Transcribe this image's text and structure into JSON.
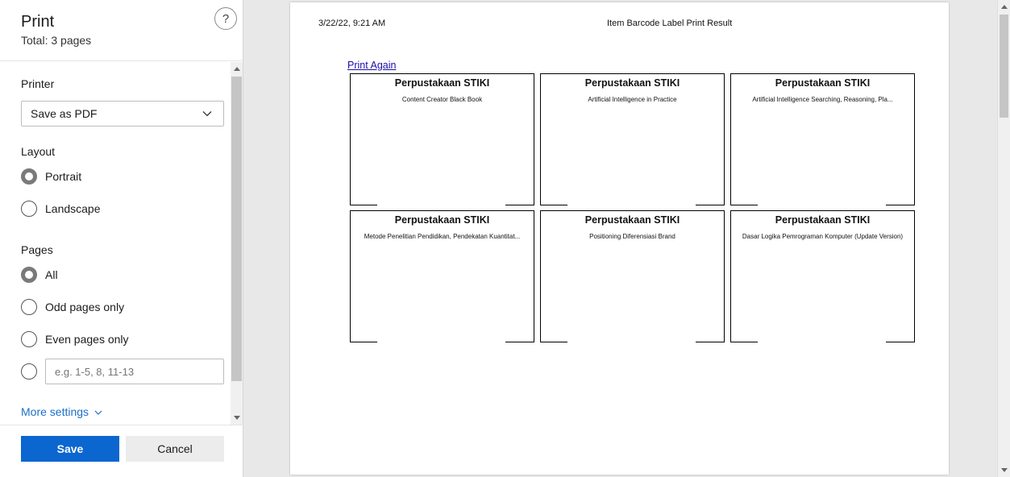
{
  "dialog": {
    "title": "Print",
    "total": "Total: 3 pages",
    "help_symbol": "?"
  },
  "printer": {
    "label": "Printer",
    "selected": "Save as PDF"
  },
  "layout": {
    "label": "Layout",
    "options": [
      {
        "label": "Portrait",
        "checked": true
      },
      {
        "label": "Landscape",
        "checked": false
      }
    ]
  },
  "pages": {
    "label": "Pages",
    "options": [
      {
        "label": "All",
        "checked": true
      },
      {
        "label": "Odd pages only",
        "checked": false
      },
      {
        "label": "Even pages only",
        "checked": false
      }
    ],
    "custom_placeholder": "e.g. 1-5, 8, 11-13"
  },
  "more_settings": "More settings",
  "buttons": {
    "save": "Save",
    "cancel": "Cancel"
  },
  "document": {
    "header_date": "3/22/22, 9:21 AM",
    "header_title": "Item Barcode Label Print Result",
    "print_again": "Print Again",
    "labels": [
      {
        "library": "Perpustakaan STIKI",
        "book": "Content Creator Black Book"
      },
      {
        "library": "Perpustakaan STIKI",
        "book": "Artificial Intelligence in Practice"
      },
      {
        "library": "Perpustakaan STIKI",
        "book": "Artificial Intelligence Searching, Reasoning, Pla..."
      },
      {
        "library": "Perpustakaan STIKI",
        "book": "Metode Penelitian Pendidikan, Pendekatan Kuantitat..."
      },
      {
        "library": "Perpustakaan STIKI",
        "book": "Positioning Diferensiasi Brand"
      },
      {
        "library": "Perpustakaan STIKI",
        "book": "Dasar Logika Pemrograman Komputer (Update Version)"
      }
    ]
  },
  "colors": {
    "accent": "#0b66d0",
    "link": "#1a6fc9"
  }
}
